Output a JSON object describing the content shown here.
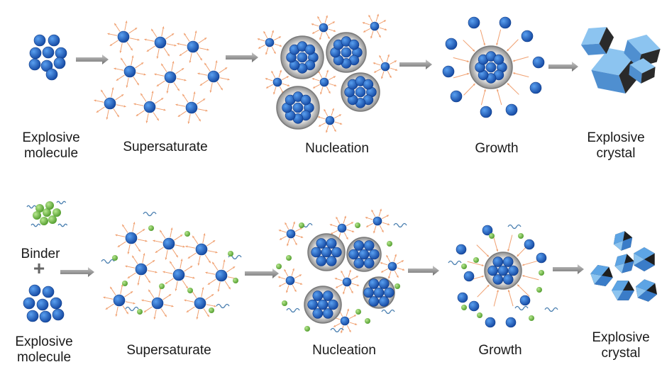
{
  "rows": [
    {
      "id": "without-binder",
      "stages": [
        {
          "key": "molecule",
          "label": "Explosive\nmolecule"
        },
        {
          "key": "supersaturate",
          "label": "Supersaturate"
        },
        {
          "key": "nucleation",
          "label": "Nucleation"
        },
        {
          "key": "growth",
          "label": "Growth"
        },
        {
          "key": "crystal",
          "label": "Explosive\ncrystal"
        }
      ]
    },
    {
      "id": "with-binder",
      "binder_label": "Binder",
      "plus": "+",
      "stages": [
        {
          "key": "molecule",
          "label": "Explosive\nmolecule"
        },
        {
          "key": "supersaturate",
          "label": "Supersaturate"
        },
        {
          "key": "nucleation",
          "label": "Nucleation"
        },
        {
          "key": "growth",
          "label": "Growth"
        },
        {
          "key": "crystal",
          "label": "Explosive\ncrystal"
        }
      ]
    }
  ],
  "colors": {
    "molecule": "#1f5fc4",
    "binder": "#7ac143",
    "arrow": "#8a8a8a",
    "ray": "#f0a070",
    "nucleus_ring": "#9a9a9a",
    "crystal_light": "#6aa8e0",
    "crystal_dark": "#2c2c2c"
  }
}
